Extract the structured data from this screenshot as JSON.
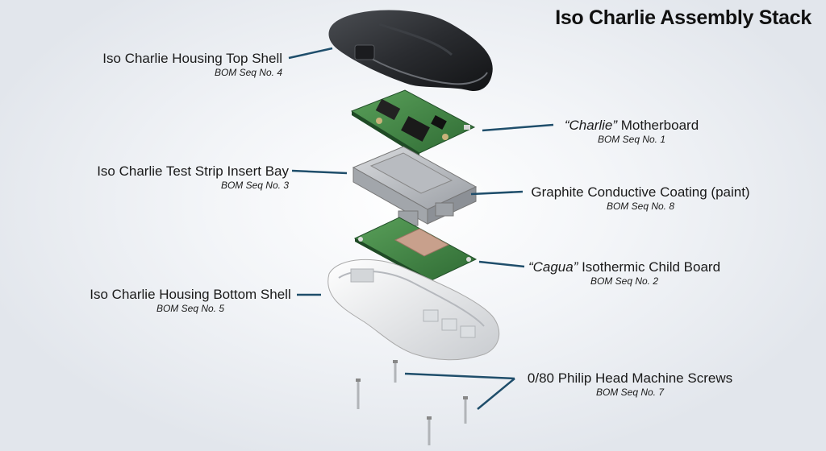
{
  "title": "Iso Charlie Assembly Stack",
  "colors": {
    "leader": "#1f4e6b",
    "text": "#1a1a1a"
  },
  "callouts": {
    "top_shell": {
      "name": "Iso Charlie Housing Top Shell",
      "seq": "BOM Seq No. 4"
    },
    "motherboard": {
      "name_italic": "“Charlie”",
      "name_rest": " Motherboard",
      "seq": "BOM Seq No. 1"
    },
    "insert_bay": {
      "name": "Iso Charlie Test Strip Insert Bay",
      "seq": "BOM Seq No. 3"
    },
    "graphite": {
      "name": "Graphite Conductive Coating (paint)",
      "seq": "BOM Seq No. 8"
    },
    "child_board": {
      "name_italic": "“Cagua”",
      "name_rest": " Isothermic Child Board",
      "seq": "BOM Seq No. 2"
    },
    "bottom_shell": {
      "name": "Iso Charlie Housing Bottom Shell",
      "seq": "BOM Seq No. 5"
    },
    "screws": {
      "name": "0/80 Philip Head Machine Screws",
      "seq": "BOM Seq No. 7"
    }
  }
}
